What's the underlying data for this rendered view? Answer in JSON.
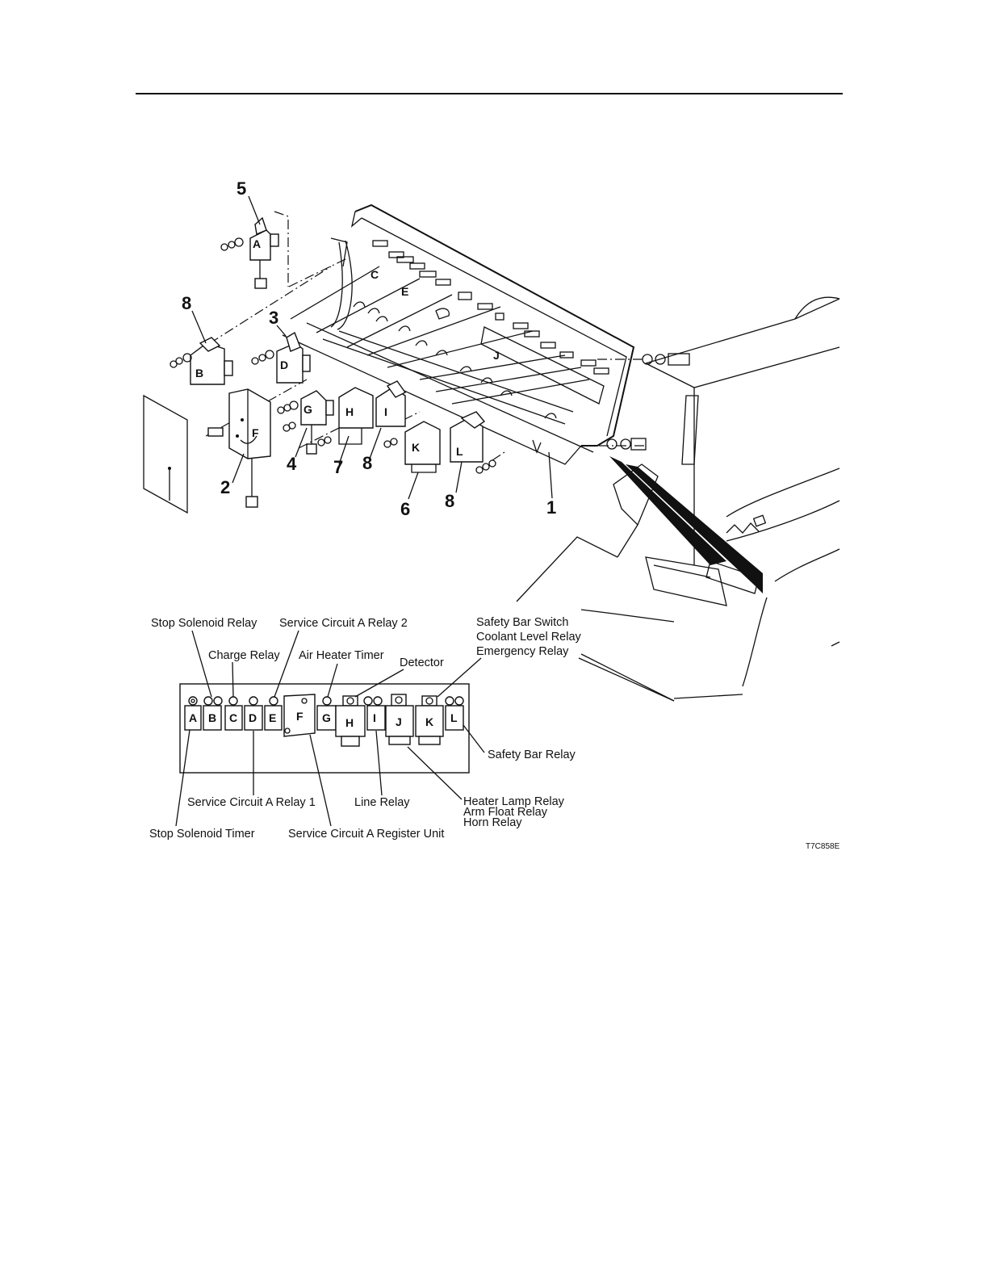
{
  "figure_code": "T7C858E",
  "callouts": [
    "1",
    "2",
    "3",
    "4",
    "5",
    "6",
    "7",
    "8"
  ],
  "exploded_letters": [
    "A",
    "B",
    "C",
    "D",
    "E",
    "F",
    "G",
    "H",
    "I",
    "J",
    "K",
    "L"
  ],
  "panel_letters": [
    "A",
    "B",
    "C",
    "D",
    "E",
    "F",
    "G",
    "H",
    "I",
    "J",
    "K",
    "L"
  ],
  "labels": {
    "stop_solenoid_relay": "Stop Solenoid Relay",
    "service_circuit_a_relay_2": "Service Circuit A Relay 2",
    "charge_relay": "Charge Relay",
    "air_heater_timer": "Air Heater Timer",
    "detector": "Detector",
    "safety_bar_switch": "Safety Bar Switch",
    "coolant_level_relay": "Coolant Level Relay",
    "emergency_relay": "Emergency Relay",
    "safety_bar_relay": "Safety Bar Relay",
    "service_circuit_a_relay_1": "Service Circuit A Relay 1",
    "line_relay": "Line Relay",
    "heater_lamp_relay": "Heater Lamp Relay",
    "arm_float_relay": "Arm Float Relay",
    "horn_relay": "Horn Relay",
    "stop_solenoid_timer": "Stop Solenoid Timer",
    "service_circuit_a_register_unit": "Service Circuit A Register Unit"
  }
}
